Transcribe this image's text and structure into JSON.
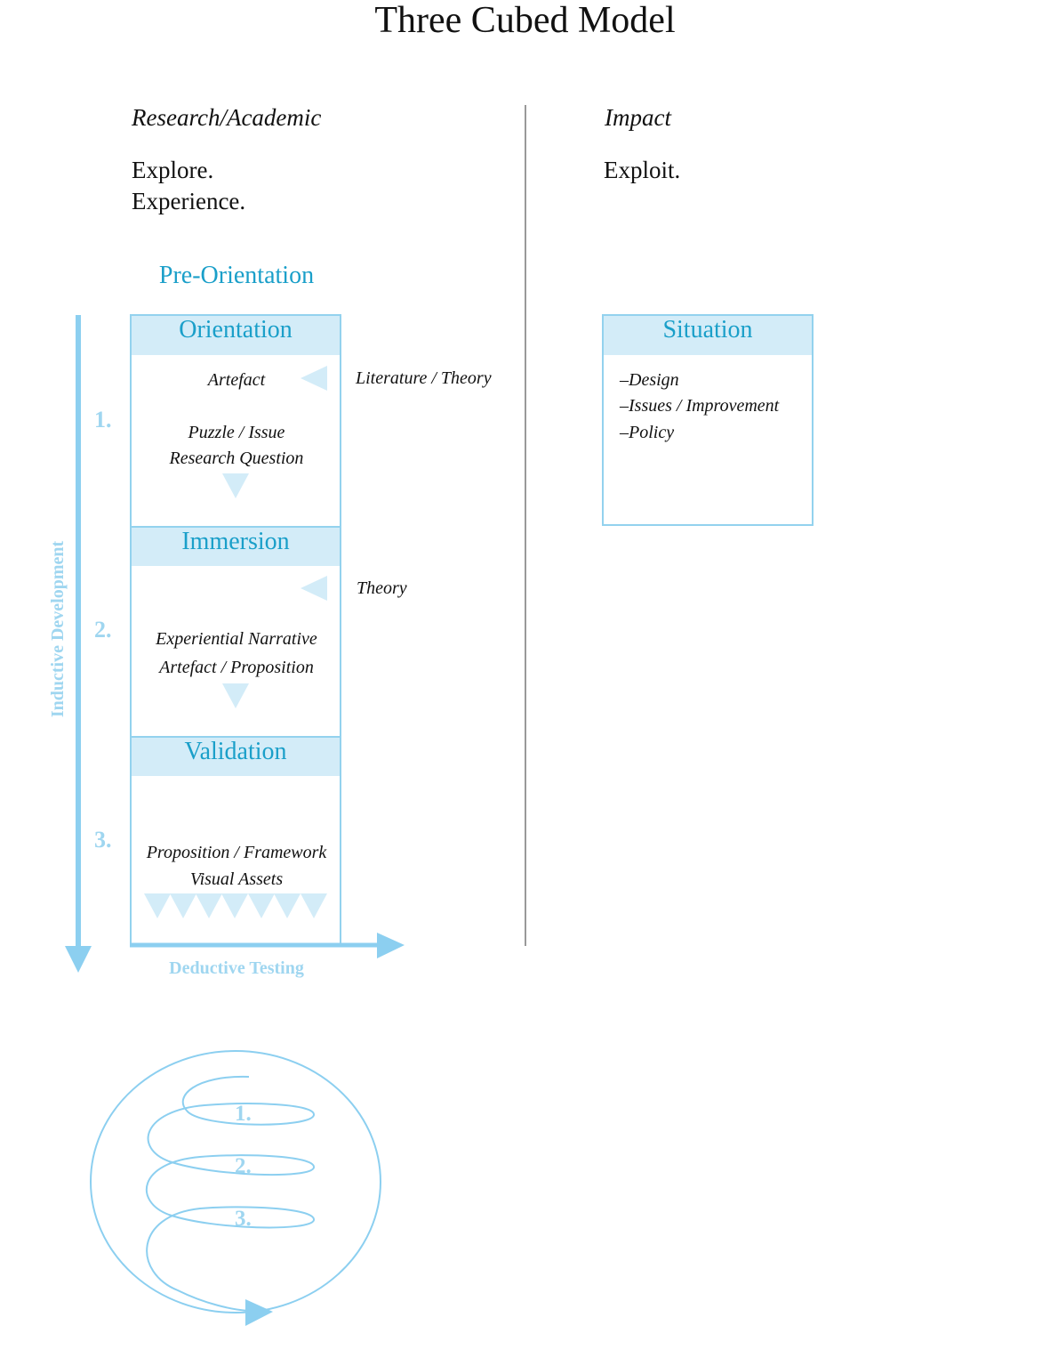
{
  "title": "Three Cubed Model",
  "left_column": {
    "heading": "Research/Academic",
    "lines": [
      "Explore.",
      "Experience."
    ],
    "pre_orientation": "Pre-Orientation"
  },
  "right_column": {
    "heading": "Impact",
    "lines": [
      "Exploit."
    ]
  },
  "stages": [
    {
      "number": "1.",
      "name": "Orientation",
      "items": [
        "Artefact",
        "Puzzle / Issue",
        "Research Question"
      ],
      "side_input": "Literature / Theory"
    },
    {
      "number": "2.",
      "name": "Immersion",
      "items": [
        "Experiential Narrative",
        "Artefact / Proposition"
      ],
      "side_input": "Theory"
    },
    {
      "number": "3.",
      "name": "Validation",
      "items": [
        "Proposition / Framework",
        "Visual Assets"
      ]
    }
  ],
  "axes": {
    "vertical": "Inductive Development",
    "horizontal": "Deductive Testing"
  },
  "situation": {
    "name": "Situation",
    "items": [
      "–Design",
      "–Issues / Improvement",
      "–Policy"
    ]
  },
  "spiral": {
    "labels": [
      "1.",
      "2.",
      "3."
    ]
  },
  "colors": {
    "accent": "#1a9fc9",
    "light_accent": "#93d2ee",
    "box_header_fill": "#d3ecf8",
    "divider": "#999999"
  }
}
